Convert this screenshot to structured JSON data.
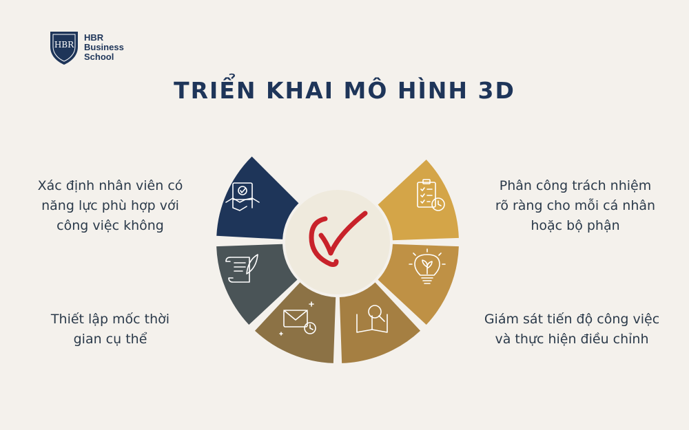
{
  "brand": {
    "line1": "HBR",
    "line2": "Business",
    "line3": "School",
    "monogram": "HBR"
  },
  "title": "TRIỂN KHAI MÔ HÌNH 3D",
  "labels": {
    "top_left": [
      "Xác định nhân viên có",
      "năng lực phù hợp với",
      "công việc không"
    ],
    "bottom_left": [
      "Thiết lập mốc thời",
      "gian cụ thể"
    ],
    "top_right": [
      "Phân công trách nhiệm",
      "rõ ràng cho mỗi cá nhân",
      "hoặc bộ phận"
    ],
    "bottom_right": [
      "Giám sát tiến độ công việc",
      "và thực hiện điều chỉnh"
    ]
  },
  "segments": [
    {
      "name": "handshake-segment",
      "icon": "handshake-document-icon",
      "color": "#1e3559"
    },
    {
      "name": "scroll-segment",
      "icon": "scroll-quill-icon",
      "color": "#4a5457"
    },
    {
      "name": "envelope-segment",
      "icon": "envelope-clock-icon",
      "color": "#8c7245"
    },
    {
      "name": "book-segment",
      "icon": "book-magnifier-icon",
      "color": "#a57f42"
    },
    {
      "name": "lightbulb-segment",
      "icon": "lightbulb-plant-icon",
      "color": "#bf9145"
    },
    {
      "name": "clipboard-segment",
      "icon": "clipboard-clock-icon",
      "color": "#d4a548"
    }
  ],
  "center": {
    "icon": "checkmark-icon",
    "fill": "#efeadd",
    "mark_color": "#c8222a"
  }
}
